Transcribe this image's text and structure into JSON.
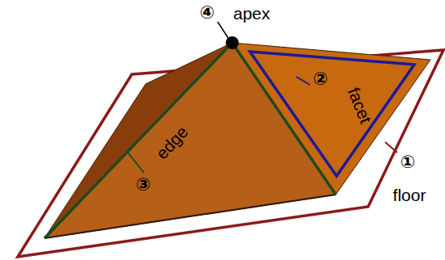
{
  "diagram": {
    "labels": [
      "④",
      "apex",
      "②",
      "facet",
      "③",
      "edge",
      "①",
      "floor"
    ]
  }
}
